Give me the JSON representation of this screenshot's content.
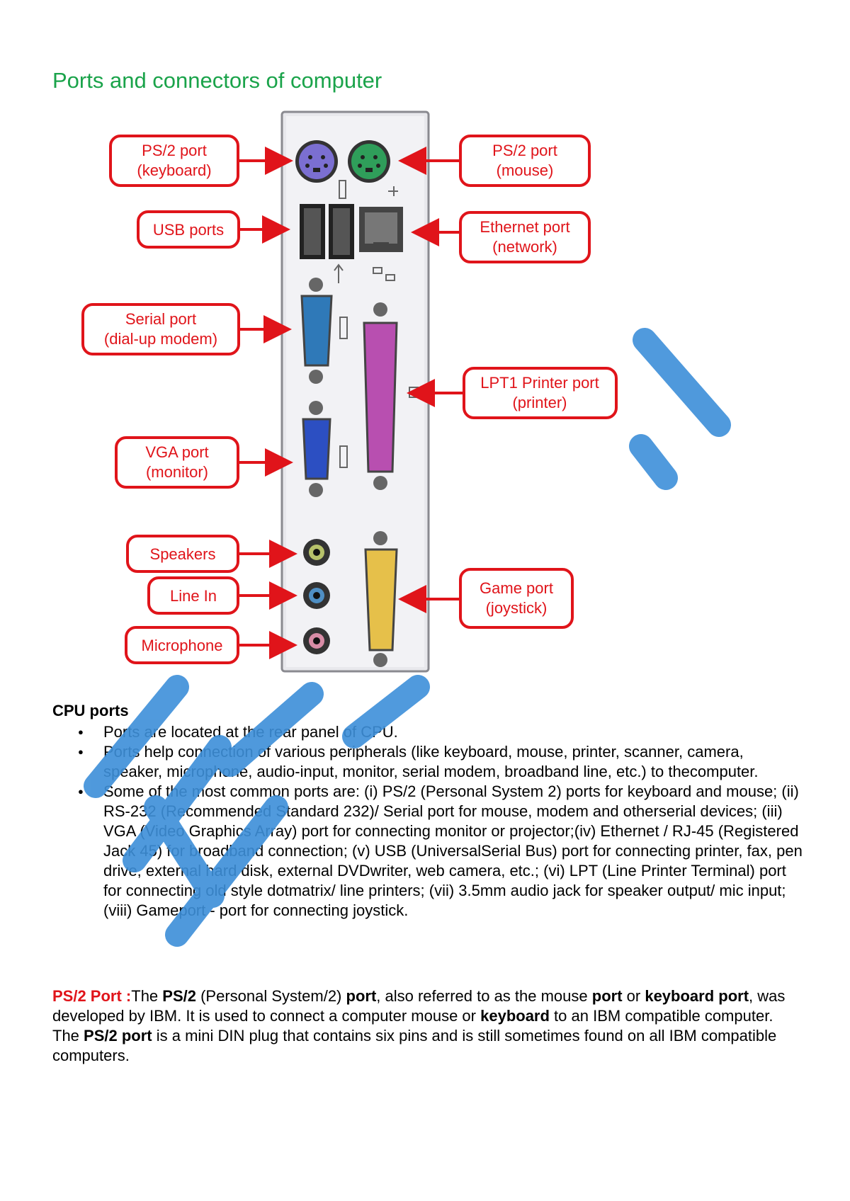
{
  "title": "Ports and connectors of computer",
  "diagram": {
    "labels": [
      {
        "id": "ps2-keyboard",
        "line1": "PS/2 port",
        "line2": "(keyboard)"
      },
      {
        "id": "usb",
        "line1": "USB ports",
        "line2": ""
      },
      {
        "id": "serial",
        "line1": "Serial port",
        "line2": "(dial-up modem)"
      },
      {
        "id": "vga",
        "line1": "VGA port",
        "line2": "(monitor)"
      },
      {
        "id": "speakers",
        "line1": "Speakers",
        "line2": ""
      },
      {
        "id": "line-in",
        "line1": "Line In",
        "line2": ""
      },
      {
        "id": "microphone",
        "line1": "Microphone",
        "line2": ""
      },
      {
        "id": "ps2-mouse",
        "line1": "PS/2 port",
        "line2": "(mouse)"
      },
      {
        "id": "ethernet",
        "line1": "Ethernet port",
        "line2": "(network)"
      },
      {
        "id": "lpt1",
        "line1": "LPT1 Printer port",
        "line2": "(printer)"
      },
      {
        "id": "game",
        "line1": "Game port",
        "line2": "(joystick)"
      }
    ],
    "colors": {
      "label_red": "#e0141a",
      "ps2_keyboard": "#7b6fd1",
      "ps2_mouse": "#2f9e5a",
      "serial": "#2f79b8",
      "vga": "#2c4fc2",
      "lpt": "#b84fb0",
      "game": "#e6c04a"
    }
  },
  "cpu_ports": {
    "heading": "CPU ports",
    "bullets": [
      "Ports are located at the rear panel of CPU.",
      "Ports help connection of various peripherals (like keyboard, mouse, printer, scanner, camera, speaker, microphone, audio-input, monitor, serial modem, broadband line, etc.) to thecomputer.",
      "Some of the most common ports are: (i) PS/2 (Personal System 2) ports for keyboard and mouse; (ii) RS-232 (Recommended Standard 232)/ Serial port for mouse, modem and otherserial devices; (iii) VGA (Video Graphics Array) port for connecting monitor or projector;(iv) Ethernet / RJ-45 (Registered Jack 45) for broadband connection; (v) USB (UniversalSerial Bus) port for connecting printer, fax, pen drive, external hard disk, external DVDwriter, web camera, etc.; (vi) LPT (Line Printer Terminal) port for connecting old style dotmatrix/ line printers; (vii) 3.5mm audio jack for speaker output/ mic input; (viii) Gameport - port for connecting joystick."
    ]
  },
  "ps2": {
    "lead": "PS/2 Port :",
    "t1": "The ",
    "b1": "PS/2",
    "t2": " (Personal System/2) ",
    "b2": "port",
    "t3": ", also referred to as the mouse ",
    "b3": "port",
    "t4": " or ",
    "b4": "keyboard port",
    "t5": ", was developed by IBM. It is used to connect a computer mouse or ",
    "b5": "keyboard",
    "t6": " to an IBM compatible computer. The ",
    "b6": "PS/2 port",
    "t7": " is a mini DIN plug that contains six pins and is still sometimes found on all IBM compatible computers."
  }
}
